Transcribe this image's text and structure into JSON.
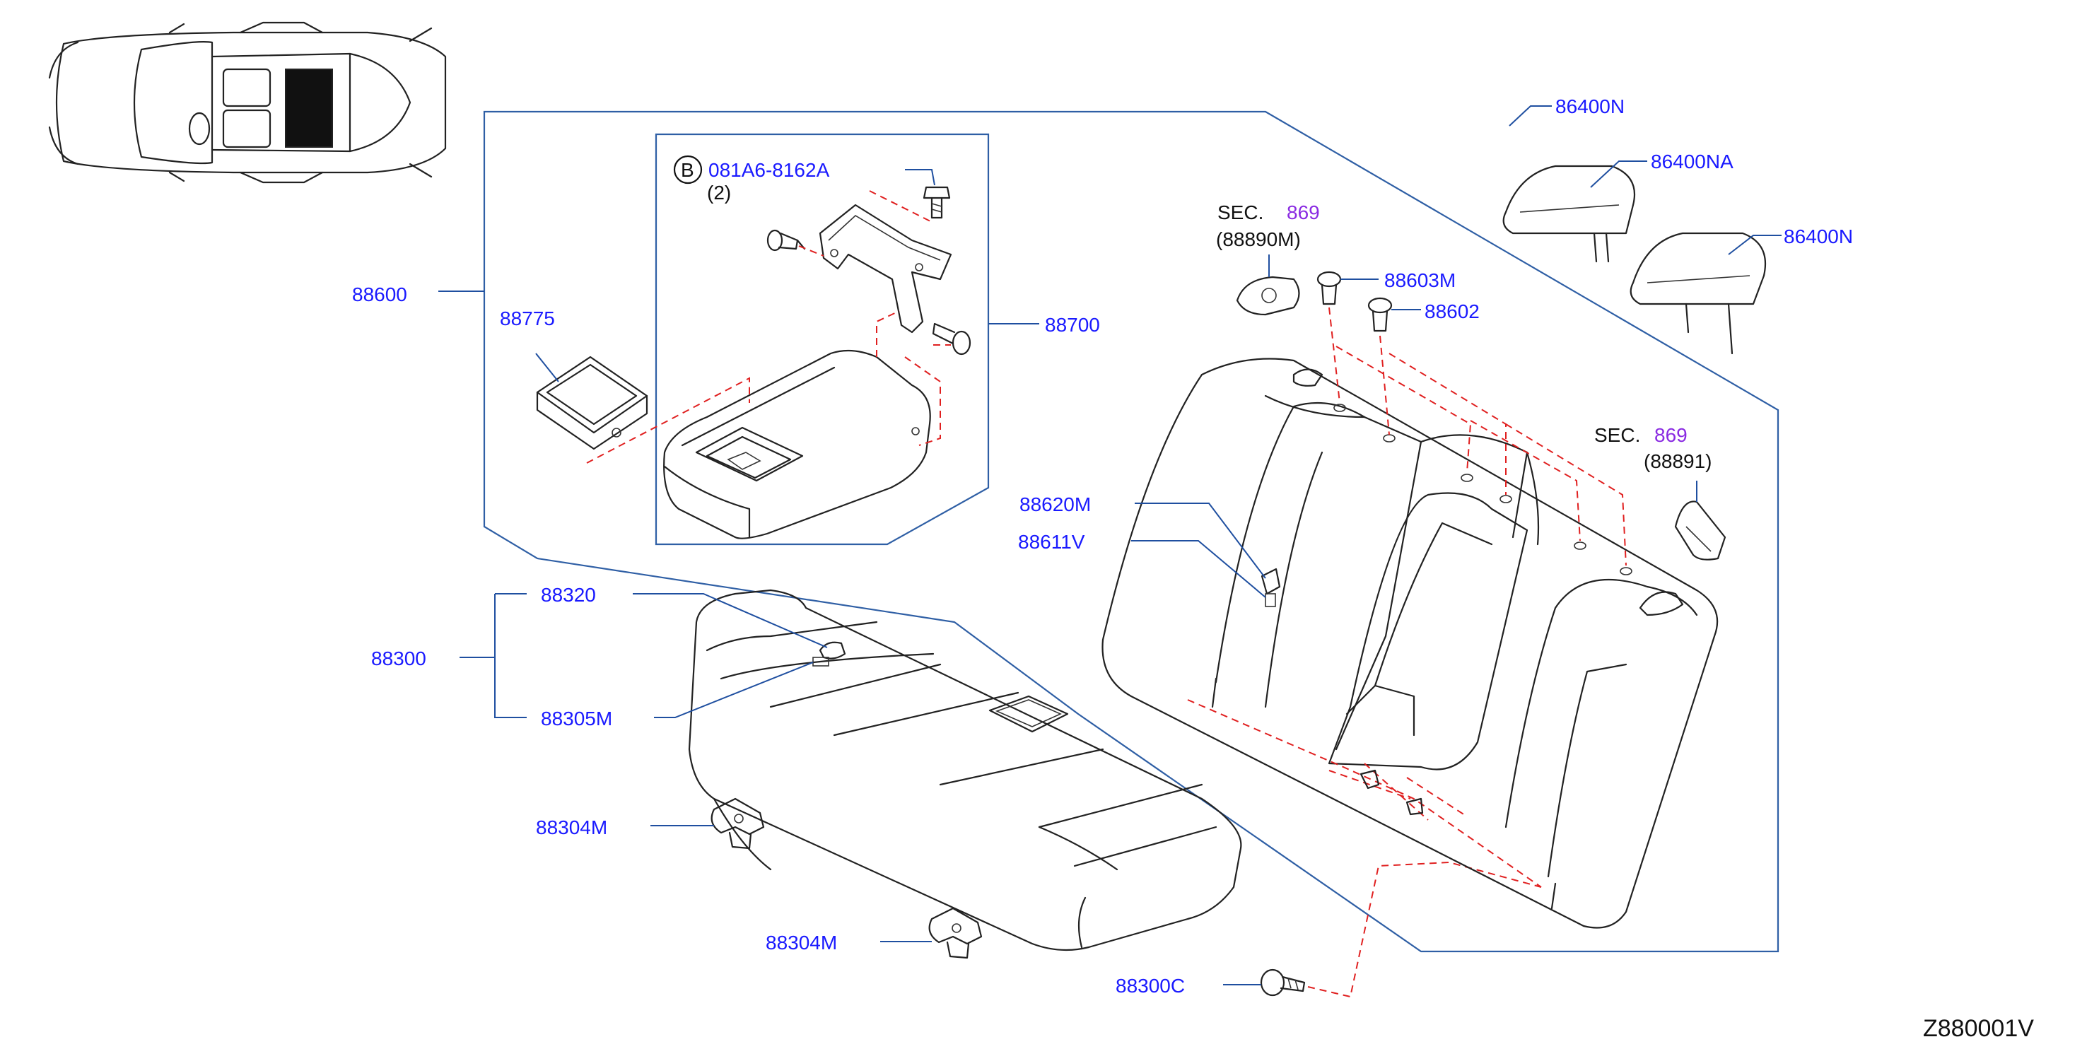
{
  "labels": {
    "p86400N_top": "86400N",
    "p86400NA": "86400NA",
    "p86400N_right": "86400N",
    "sec1_prefix": "SEC.",
    "sec1_num": "869",
    "sec1_sub": "(88890M)",
    "p88603M": "88603M",
    "p88602": "88602",
    "sec2_prefix": "SEC.",
    "sec2_num": "869",
    "sec2_sub": "(88891)",
    "p88600": "88600",
    "p88775": "88775",
    "b_circle": "B",
    "p081A6": "081A6-8162A",
    "qty2": "(2)",
    "p88700": "88700",
    "p88620M": "88620M",
    "p88611V": "88611V",
    "p88320": "88320",
    "p88300": "88300",
    "p88305M": "88305M",
    "p88304M_a": "88304M",
    "p88304M_b": "88304M",
    "p88300C": "88300C",
    "diagram_ref": "Z880001V"
  },
  "colors": {
    "part_number": "#1a1aff",
    "section_number": "#8a2be2",
    "leader_line": "#1f4fa0",
    "dashed_guide": "#e02020",
    "outline": "#222222"
  }
}
